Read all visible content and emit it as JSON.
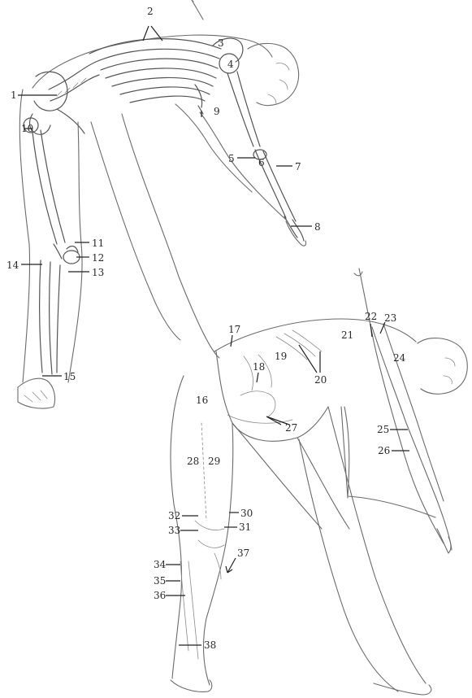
{
  "figure": {
    "top_pose": "skeleton",
    "bottom_pose": "muscles"
  },
  "labels": [
    {
      "id": "1",
      "text": "1"
    },
    {
      "id": "2",
      "text": "2"
    },
    {
      "id": "3",
      "text": "3"
    },
    {
      "id": "4",
      "text": "4"
    },
    {
      "id": "5",
      "text": "5"
    },
    {
      "id": "6",
      "text": "6"
    },
    {
      "id": "7",
      "text": "7"
    },
    {
      "id": "8",
      "text": "8"
    },
    {
      "id": "9",
      "text": "9"
    },
    {
      "id": "10",
      "text": "10"
    },
    {
      "id": "11",
      "text": "11"
    },
    {
      "id": "12",
      "text": "12"
    },
    {
      "id": "13",
      "text": "13"
    },
    {
      "id": "14",
      "text": "14"
    },
    {
      "id": "15",
      "text": "15"
    },
    {
      "id": "16",
      "text": "16"
    },
    {
      "id": "17",
      "text": "17"
    },
    {
      "id": "18",
      "text": "18"
    },
    {
      "id": "19",
      "text": "19"
    },
    {
      "id": "20",
      "text": "20"
    },
    {
      "id": "21",
      "text": "21"
    },
    {
      "id": "22",
      "text": "22"
    },
    {
      "id": "23",
      "text": "23"
    },
    {
      "id": "24",
      "text": "24"
    },
    {
      "id": "25",
      "text": "25"
    },
    {
      "id": "26",
      "text": "26"
    },
    {
      "id": "27",
      "text": "27"
    },
    {
      "id": "28",
      "text": "28"
    },
    {
      "id": "29",
      "text": "29"
    },
    {
      "id": "30",
      "text": "30"
    },
    {
      "id": "31",
      "text": "31"
    },
    {
      "id": "32",
      "text": "32"
    },
    {
      "id": "33",
      "text": "33"
    },
    {
      "id": "34",
      "text": "34"
    },
    {
      "id": "35",
      "text": "35"
    },
    {
      "id": "36",
      "text": "36"
    },
    {
      "id": "37",
      "text": "37"
    },
    {
      "id": "38",
      "text": "38"
    }
  ]
}
